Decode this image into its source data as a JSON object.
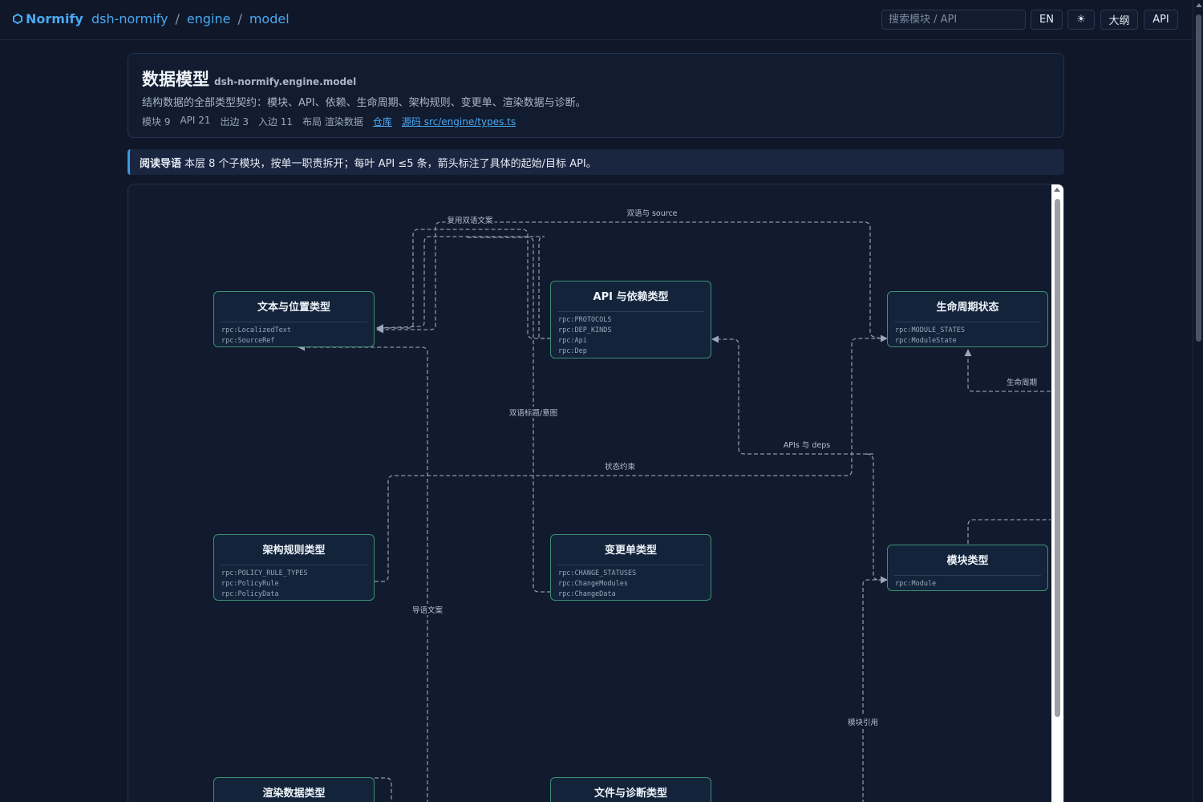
{
  "topbar": {
    "brand": "Normify",
    "breadcrumbs": [
      "dsh-normify",
      "engine",
      "model"
    ],
    "search_placeholder": "搜索模块 / API",
    "lang_label": "EN",
    "theme_icon": "☀",
    "outline_label": "大纲",
    "api_label": "API"
  },
  "header": {
    "title": "数据模型",
    "subtitle": "dsh-normify.engine.model",
    "description": "结构数据的全部类型契约：模块、API、依赖、生命周期、架构规则、变更单、渲染数据与诊断。",
    "meta": {
      "modules": "模块 9",
      "apis": "API 21",
      "out_edges": "出边 3",
      "in_edges": "入边 11",
      "layout": "布局 渲染数据",
      "repo_link": "仓库",
      "source_link": "源码 src/engine/types.ts"
    }
  },
  "guide": {
    "label": "阅读导语",
    "text": "本层 8 个子模块，按单一职责拆开；每叶 API ≤5 条，箭头标注了具体的起始/目标 API。"
  },
  "diagram": {
    "nodes": [
      {
        "id": "text",
        "title": "文本与位置类型",
        "apis": [
          "rpc:LocalizedText",
          "rpc:SourceRef"
        ]
      },
      {
        "id": "api",
        "title": "API 与依赖类型",
        "apis": [
          "rpc:PROTOCOLS",
          "rpc:DEP_KINDS",
          "rpc:Api",
          "rpc:Dep"
        ]
      },
      {
        "id": "lifecycle",
        "title": "生命周期状态",
        "apis": [
          "rpc:MODULE_STATES",
          "rpc:ModuleState"
        ]
      },
      {
        "id": "policy",
        "title": "架构规则类型",
        "apis": [
          "rpc:POLICY_RULE_TYPES",
          "rpc:PolicyRule",
          "rpc:PolicyData"
        ]
      },
      {
        "id": "change",
        "title": "变更单类型",
        "apis": [
          "rpc:CHANGE_STATUSES",
          "rpc:ChangeModules",
          "rpc:ChangeData"
        ]
      },
      {
        "id": "module",
        "title": "模块类型",
        "apis": [
          "rpc:Module"
        ]
      },
      {
        "id": "render",
        "title": "渲染数据类型",
        "apis": []
      },
      {
        "id": "diag",
        "title": "文件与诊断类型",
        "apis": []
      }
    ],
    "edge_labels": {
      "reuse_bilingual": "复用双语文案",
      "bilingual_source": "双语与 source",
      "bilingual_title": "双语标题/意图",
      "lifecycle": "生命周期",
      "apis_deps": "APIs 与 deps",
      "state_constraint": "状态约束",
      "guide_text": "导语文案",
      "module_ref": "模块引用"
    }
  }
}
